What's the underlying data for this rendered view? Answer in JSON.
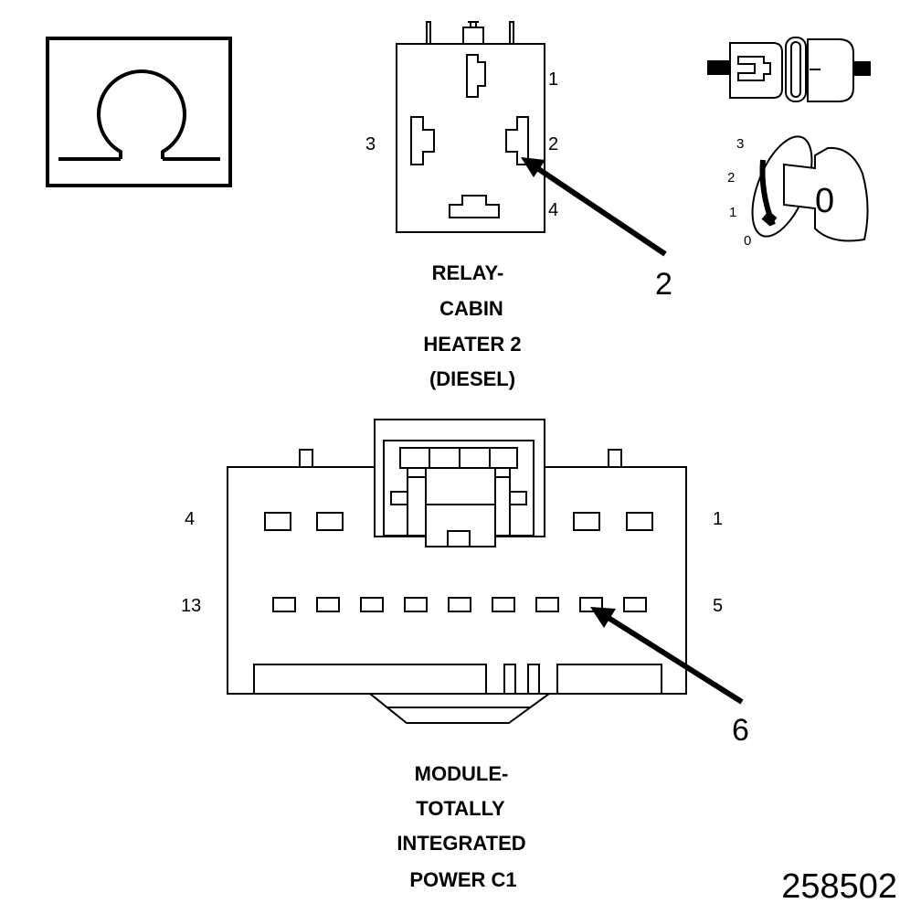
{
  "ohm_icon": {
    "symbol": "ohm-symbol"
  },
  "relay": {
    "caption_lines": [
      "RELAY-",
      "CABIN",
      "HEATER 2",
      "(DIESEL)"
    ],
    "pins": [
      "1",
      "2",
      "3",
      "4"
    ],
    "callout": "2"
  },
  "ignition": {
    "positions": [
      "3",
      "2",
      "1",
      "0"
    ],
    "key_label": "0"
  },
  "module": {
    "caption_lines": [
      "MODULE-",
      "TOTALLY",
      "INTEGRATED",
      "POWER C1"
    ],
    "pins": {
      "top_left": "4",
      "top_right": "1",
      "bottom_left": "13",
      "bottom_right": "5"
    },
    "callout": "6"
  },
  "figure_id": "258502"
}
